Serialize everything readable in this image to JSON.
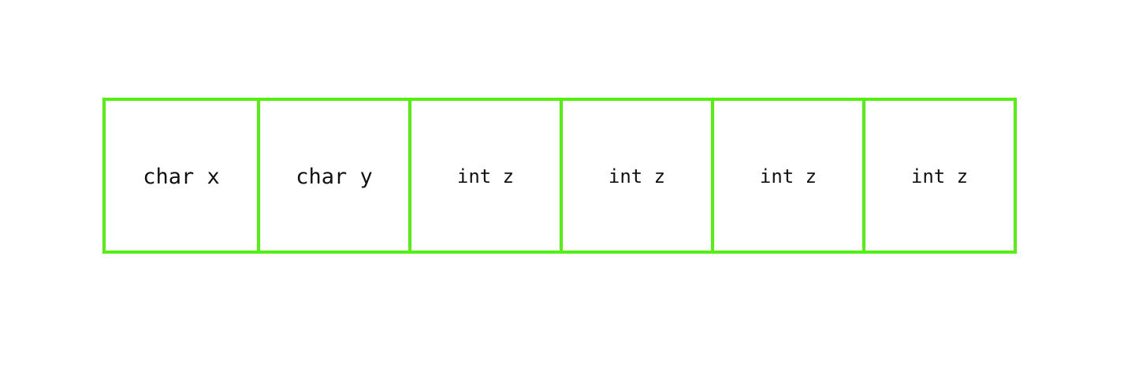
{
  "diagram": {
    "border_color": "#55f011",
    "cells": [
      {
        "label": "char x",
        "kind": "char"
      },
      {
        "label": "char y",
        "kind": "char"
      },
      {
        "label": "int z",
        "kind": "int"
      },
      {
        "label": "int z",
        "kind": "int"
      },
      {
        "label": "int z",
        "kind": "int"
      },
      {
        "label": "int z",
        "kind": "int"
      }
    ]
  }
}
